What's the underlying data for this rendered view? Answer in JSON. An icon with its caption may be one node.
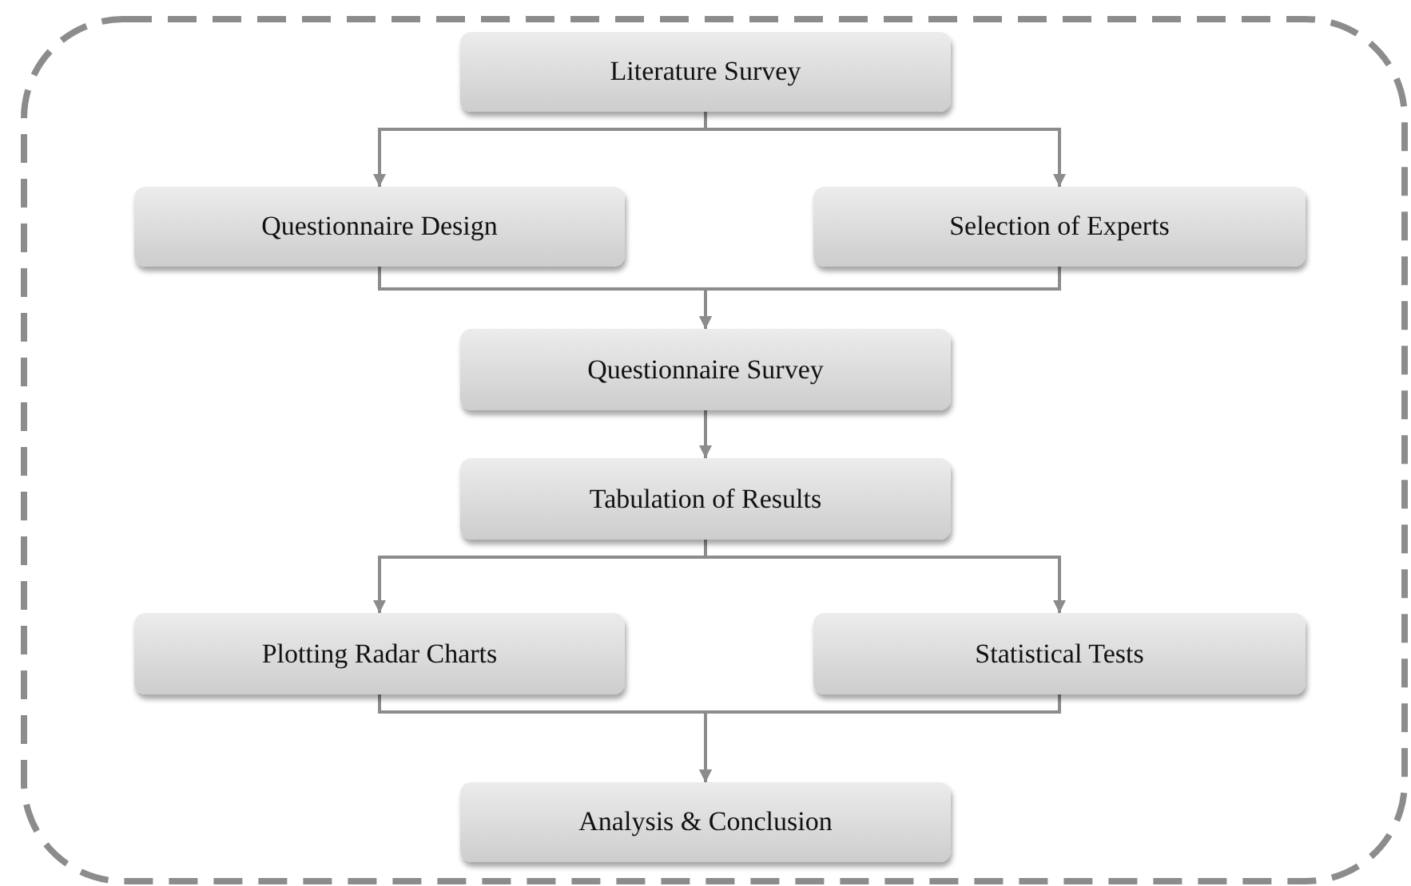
{
  "diagram": {
    "nodes": [
      {
        "text": [
          "Literature Survey"
        ]
      },
      {
        "text": [
          "Questionnaire Design"
        ]
      },
      {
        "text": [
          "Selection of Experts"
        ]
      },
      {
        "text": [
          "Questionnaire Survey"
        ]
      },
      {
        "text": [
          "Tabulation of Results"
        ]
      },
      {
        "text": [
          "Plotting Radar Charts"
        ]
      },
      {
        "text": [
          "Statistical Tests"
        ]
      },
      {
        "text": [
          "Analysis & Conclusion"
        ]
      }
    ],
    "edges": [
      {
        "from": 0,
        "to": 1,
        "arrow": "to"
      },
      {
        "from": 0,
        "to": 2,
        "arrow": "to"
      },
      {
        "from": 1,
        "to": 3,
        "arrow": "to"
      },
      {
        "from": 2,
        "to": 3,
        "arrow": "to"
      },
      {
        "from": 3,
        "to": 4,
        "arrow": "to"
      },
      {
        "from": 4,
        "to": 5,
        "arrow": "to"
      },
      {
        "from": 4,
        "to": 6,
        "arrow": "to"
      },
      {
        "from": 5,
        "to": 7,
        "arrow": "to"
      },
      {
        "from": 6,
        "to": 7,
        "arrow": "to"
      }
    ]
  }
}
